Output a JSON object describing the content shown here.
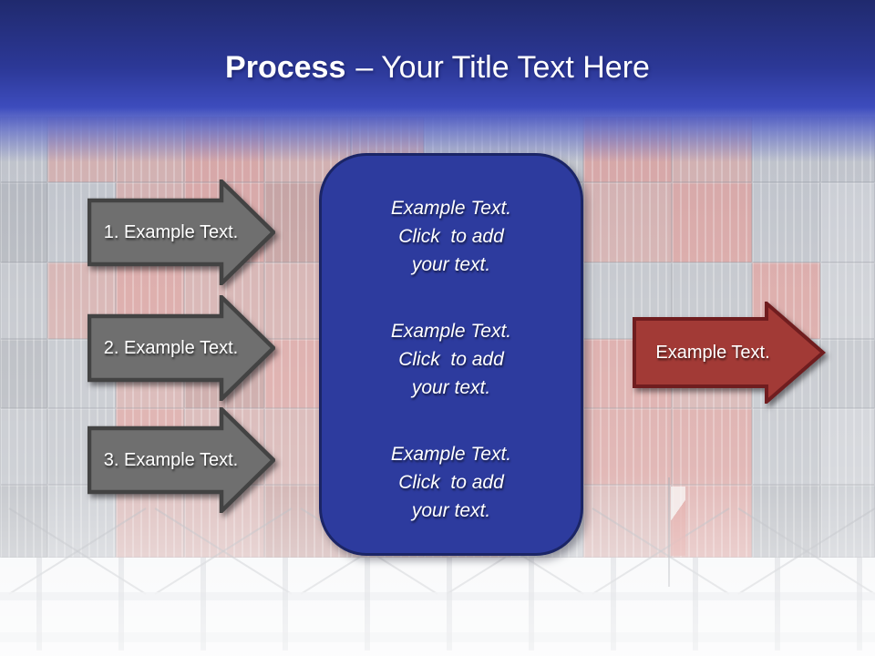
{
  "slide": {
    "title": {
      "bold": "Process",
      "regular": "– Your Title Text Here"
    },
    "steps": [
      {
        "label": "1. Example Text."
      },
      {
        "label": "2. Example Text."
      },
      {
        "label": "3. Example Text."
      }
    ],
    "panel": {
      "blocks": [
        {
          "lines": [
            "Example Text.",
            "Click  to add",
            "your text."
          ]
        },
        {
          "lines": [
            "Example Text.",
            "Click  to add",
            "your text."
          ]
        },
        {
          "lines": [
            "Example Text.",
            "Click  to add",
            "your text."
          ]
        }
      ]
    },
    "result": {
      "label": "Example Text."
    },
    "colors": {
      "header_top": "#202a6e",
      "header_mid": "#2c3897",
      "header_bottom": "#3d4cbd",
      "panel_fill": "#2d3b9e",
      "panel_border": "#1b2566",
      "step_fill": "#6f6f6f",
      "step_border": "#434343",
      "result_fill": "#a23a36",
      "result_border": "#701d1f"
    }
  }
}
